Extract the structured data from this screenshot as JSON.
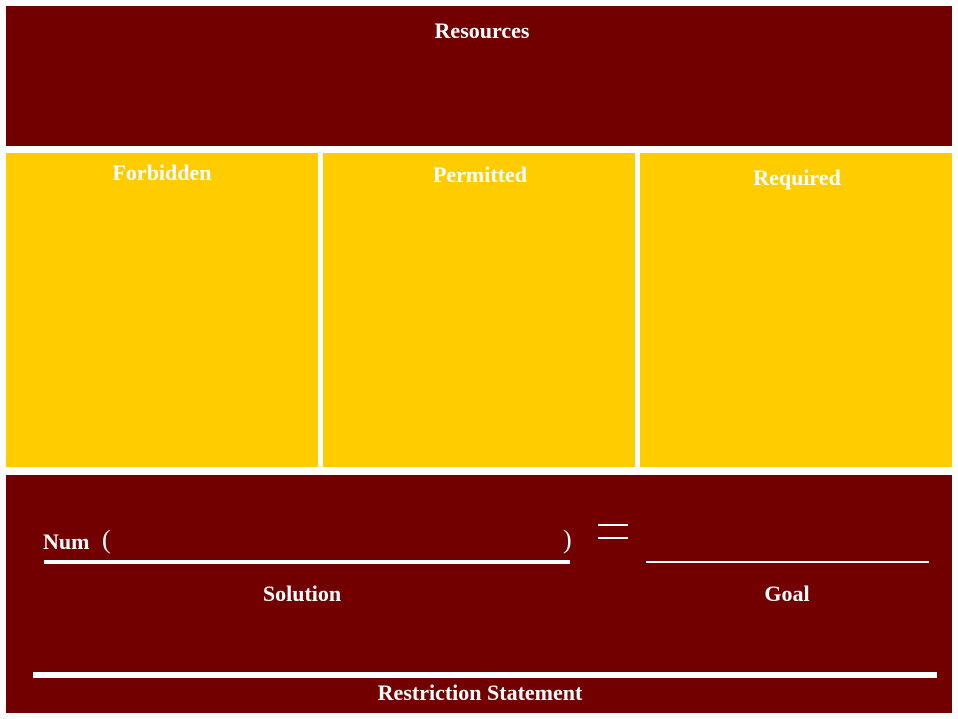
{
  "resources": {
    "title": "Resources"
  },
  "columns": {
    "forbidden": "Forbidden",
    "permitted": "Permitted",
    "required": "Required"
  },
  "equation": {
    "function_name": "Num",
    "open_paren": "(",
    "close_paren": ")",
    "equals": "=",
    "solution_label": "Solution",
    "goal_label": "Goal"
  },
  "restriction": {
    "label": "Restriction Statement"
  },
  "colors": {
    "maroon": "#720000",
    "gold": "#ffcc00",
    "text": "#ffffff"
  }
}
